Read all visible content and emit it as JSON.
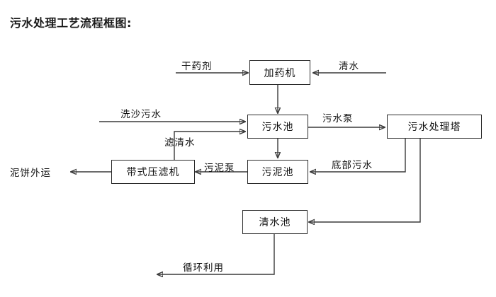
{
  "title": "污水处理工艺流程框图:",
  "diagram": {
    "nodes": [
      {
        "id": "dosing-machine",
        "label": "加药机"
      },
      {
        "id": "wastewater-pool",
        "label": "污水池"
      },
      {
        "id": "treatment-tower",
        "label": "污水处理塔"
      },
      {
        "id": "belt-filter-press",
        "label": "带式压滤机"
      },
      {
        "id": "sludge-pool",
        "label": "污泥池"
      },
      {
        "id": "clean-water-pool",
        "label": "清水池"
      }
    ],
    "edge_labels": [
      {
        "id": "dry-chemical",
        "label": "干药剂"
      },
      {
        "id": "clean-water-in",
        "label": "清水"
      },
      {
        "id": "sand-wash-wastewater",
        "label": "洗沙污水"
      },
      {
        "id": "filtered-clear-water",
        "label": "滤清水"
      },
      {
        "id": "wastewater-pump",
        "label": "污水泵"
      },
      {
        "id": "bottom-wastewater",
        "label": "底部污水"
      },
      {
        "id": "sludge-pump",
        "label": "污泥泵"
      },
      {
        "id": "mud-cake-out",
        "label": "泥饼外运"
      },
      {
        "id": "recycle-reuse",
        "label": "循环利用"
      }
    ]
  },
  "colors": {
    "stroke": "#3a3a3a",
    "box_border": "#2b2b2b",
    "text": "#111111",
    "background": "#ffffff"
  }
}
